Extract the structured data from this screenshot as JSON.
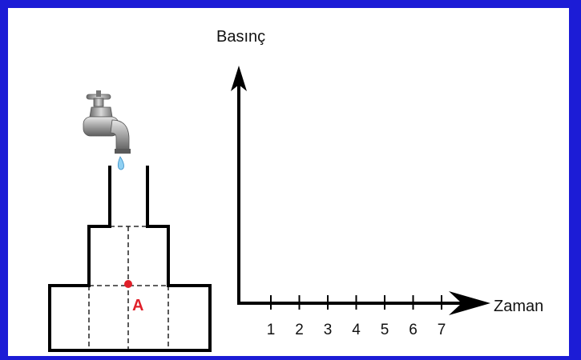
{
  "graph": {
    "y_axis_label": "Basınç",
    "x_axis_label": "Zaman",
    "x_ticks": [
      "1",
      "2",
      "3",
      "4",
      "5",
      "6",
      "7"
    ]
  },
  "vessel": {
    "point_label": "A"
  },
  "colors": {
    "frame": "#1c1cd6",
    "point": "#e0202a",
    "ink": "#000000"
  },
  "icons": {
    "faucet": "faucet-icon",
    "droplet": "water-drop-icon"
  }
}
